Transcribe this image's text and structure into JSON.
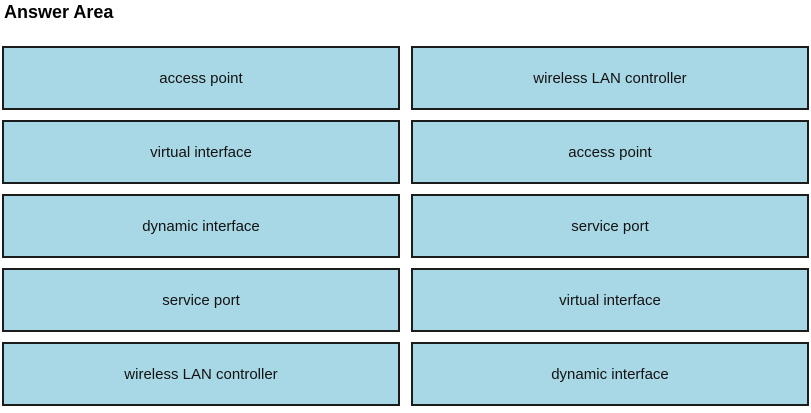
{
  "title": "Answer Area",
  "colors": {
    "box_fill": "#a8d8e6",
    "box_border": "#1c1c1c",
    "text": "#111111"
  },
  "boxes": {
    "left": [
      "access point",
      "virtual interface",
      "dynamic interface",
      "service port",
      "wireless LAN controller"
    ],
    "right": [
      "wireless LAN controller",
      "access point",
      "service port",
      "virtual interface",
      "dynamic interface"
    ]
  }
}
